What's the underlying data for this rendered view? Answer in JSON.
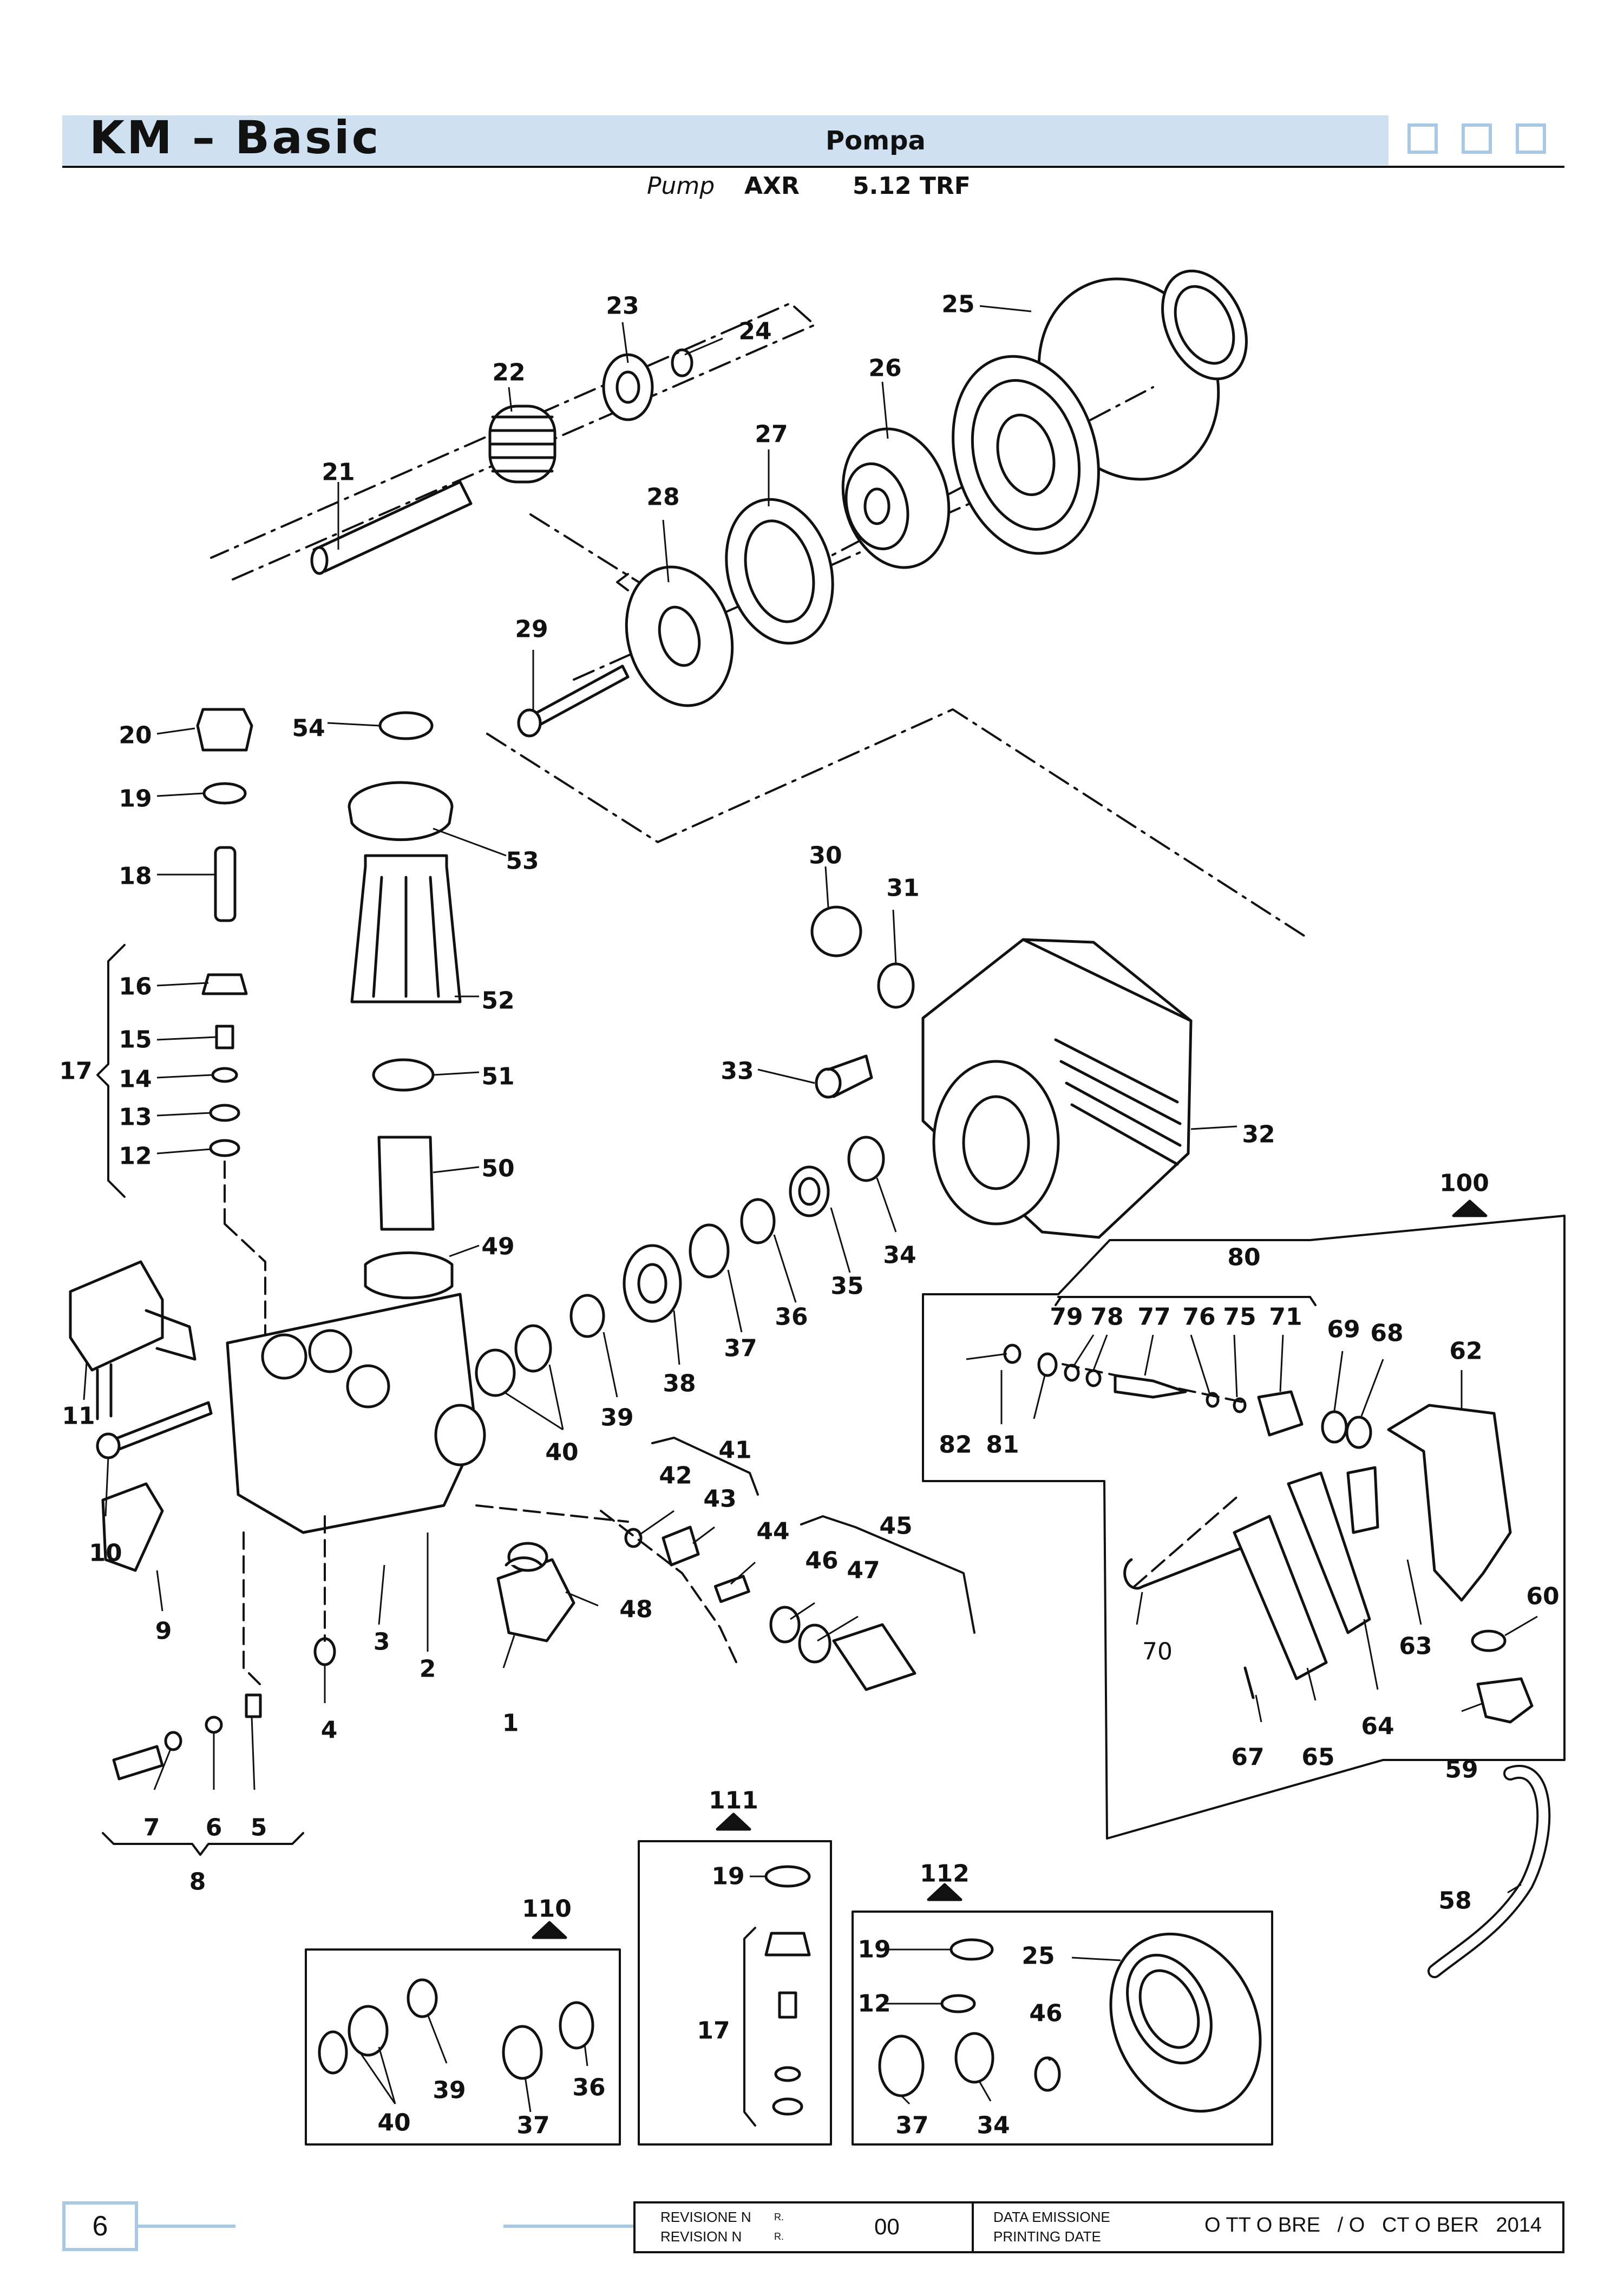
{
  "header": {
    "brand": "KM – Basic",
    "section": "Pompa",
    "subtitle_en": "Pump",
    "model": "AXR",
    "model_code": "5.12 TRF"
  },
  "callouts": {
    "c1": "1",
    "c2": "2",
    "c3": "3",
    "c4": "4",
    "c5": "5",
    "c6": "6",
    "c7": "7",
    "c8": "8",
    "c9": "9",
    "c10": "10",
    "c11": "11",
    "c12": "12",
    "c13": "13",
    "c14": "14",
    "c15": "15",
    "c16": "16",
    "c17": "17",
    "c18": "18",
    "c19": "19",
    "c20": "20",
    "c21": "21",
    "c22": "22",
    "c23": "23",
    "c24": "24",
    "c25": "25",
    "c26": "26",
    "c27": "27",
    "c28": "28",
    "c29": "29",
    "c30": "30",
    "c31": "31",
    "c32": "32",
    "c33": "33",
    "c34": "34",
    "c35": "35",
    "c36": "36",
    "c37": "37",
    "c38": "38",
    "c39": "39",
    "c40": "40",
    "c41": "41",
    "c42": "42",
    "c43": "43",
    "c44": "44",
    "c45": "45",
    "c46": "46",
    "c47": "47",
    "c48": "48",
    "c49": "49",
    "c50": "50",
    "c51": "51",
    "c52": "52",
    "c53": "53",
    "c54": "54",
    "c58": "58",
    "c59": "59",
    "c60": "60",
    "c62": "62",
    "c63": "63",
    "c64": "64",
    "c65": "65",
    "c67": "67",
    "c68": "68",
    "c69": "69",
    "c70": "70",
    "c71": "71",
    "c75": "75",
    "c76": "76",
    "c77": "77",
    "c78": "78",
    "c79": "79",
    "c80": "80",
    "c81": "81",
    "c82": "82",
    "c100": "100",
    "c110": "110",
    "c111": "111",
    "c112": "112"
  },
  "kit110": {
    "c40": "40",
    "c39": "39",
    "c37": "37",
    "c36": "36"
  },
  "kit111": {
    "c19": "19",
    "c17": "17"
  },
  "kit112": {
    "c19": "19",
    "c12": "12",
    "c37": "37",
    "c34": "34",
    "c25": "25",
    "c46": "46"
  },
  "footer": {
    "page_number": "6",
    "revision_label_it": "REVISIONE N",
    "revision_label_en": "REVISION N",
    "revision_suffix": "R.",
    "revision_value": "00",
    "date_label_it": "DATA EMISSIONE",
    "date_label_en": "PRINTING DATE",
    "date_value": "O TT O BRE   / O   CT O BER   2014"
  }
}
